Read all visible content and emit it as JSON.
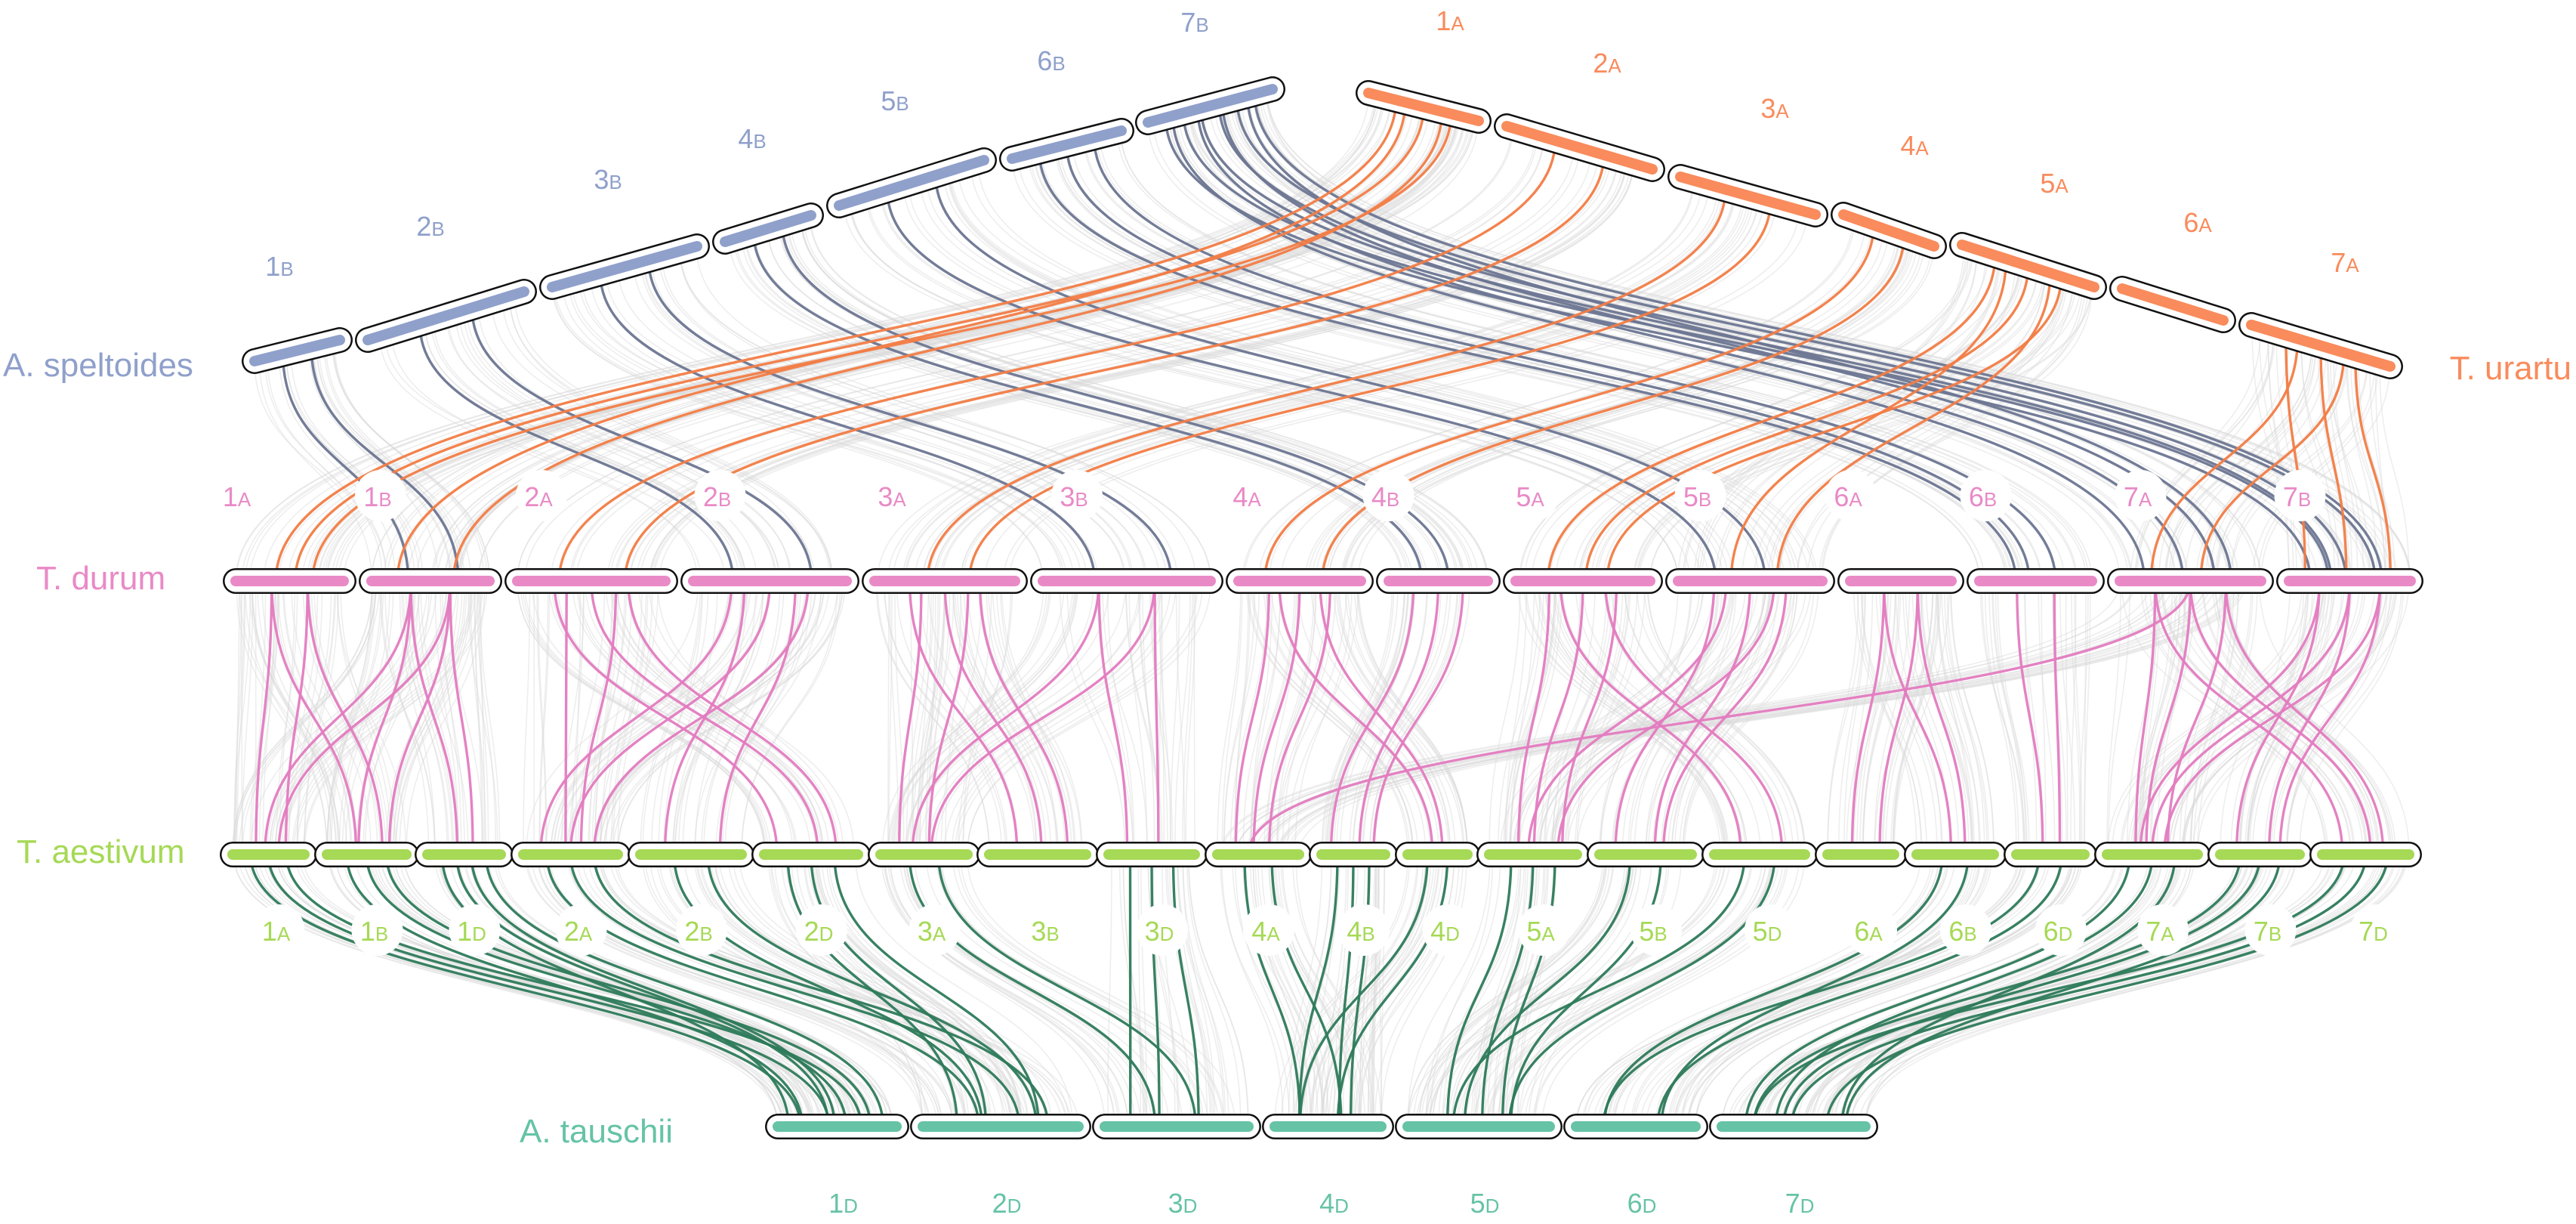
{
  "colors": {
    "speltoides": "#8fa0cb",
    "urartu": "#f98b5c",
    "durum": "#e98ac6",
    "aestivum": "#a6d955",
    "tauschii": "#66c3a6",
    "link_speltoides": "#6c7591",
    "link_urartu": "#f27c45",
    "link_durum": "#e37bc0",
    "link_tauschii": "#2d7a5a",
    "background_links": "#d9d9d9"
  },
  "species": {
    "speltoides": "A. speltoides",
    "urartu": "T. urartu",
    "durum": "T. durum",
    "aestivum": "T. aestivum",
    "tauschii": "A. tauschii"
  },
  "tracks": {
    "speltoides": [
      {
        "id": "s1",
        "num": "1",
        "sub": "B"
      },
      {
        "id": "s2",
        "num": "2",
        "sub": "B"
      },
      {
        "id": "s3",
        "num": "3",
        "sub": "B"
      },
      {
        "id": "s4",
        "num": "4",
        "sub": "B"
      },
      {
        "id": "s5",
        "num": "5",
        "sub": "B"
      },
      {
        "id": "s6",
        "num": "6",
        "sub": "B"
      },
      {
        "id": "s7",
        "num": "7",
        "sub": "B"
      }
    ],
    "urartu": [
      {
        "id": "u1",
        "num": "1",
        "sub": "A"
      },
      {
        "id": "u2",
        "num": "2",
        "sub": "A"
      },
      {
        "id": "u3",
        "num": "3",
        "sub": "A"
      },
      {
        "id": "u4",
        "num": "4",
        "sub": "A"
      },
      {
        "id": "u5",
        "num": "5",
        "sub": "A"
      },
      {
        "id": "u6",
        "num": "6",
        "sub": "A"
      },
      {
        "id": "u7",
        "num": "7",
        "sub": "A"
      }
    ],
    "durum": [
      {
        "id": "d1A",
        "num": "1",
        "sub": "A"
      },
      {
        "id": "d1B",
        "num": "1",
        "sub": "B"
      },
      {
        "id": "d2A",
        "num": "2",
        "sub": "A"
      },
      {
        "id": "d2B",
        "num": "2",
        "sub": "B"
      },
      {
        "id": "d3A",
        "num": "3",
        "sub": "A"
      },
      {
        "id": "d3B",
        "num": "3",
        "sub": "B"
      },
      {
        "id": "d4A",
        "num": "4",
        "sub": "A"
      },
      {
        "id": "d4B",
        "num": "4",
        "sub": "B"
      },
      {
        "id": "d5A",
        "num": "5",
        "sub": "A"
      },
      {
        "id": "d5B",
        "num": "5",
        "sub": "B"
      },
      {
        "id": "d6A",
        "num": "6",
        "sub": "A"
      },
      {
        "id": "d6B",
        "num": "6",
        "sub": "B"
      },
      {
        "id": "d7A",
        "num": "7",
        "sub": "A"
      },
      {
        "id": "d7B",
        "num": "7",
        "sub": "B"
      }
    ],
    "aestivum": [
      {
        "id": "a1A",
        "num": "1",
        "sub": "A"
      },
      {
        "id": "a1B",
        "num": "1",
        "sub": "B"
      },
      {
        "id": "a1D",
        "num": "1",
        "sub": "D"
      },
      {
        "id": "a2A",
        "num": "2",
        "sub": "A"
      },
      {
        "id": "a2B",
        "num": "2",
        "sub": "B"
      },
      {
        "id": "a2D",
        "num": "2",
        "sub": "D"
      },
      {
        "id": "a3A",
        "num": "3",
        "sub": "A"
      },
      {
        "id": "a3B",
        "num": "3",
        "sub": "B"
      },
      {
        "id": "a3D",
        "num": "3",
        "sub": "D"
      },
      {
        "id": "a4A",
        "num": "4",
        "sub": "A"
      },
      {
        "id": "a4B",
        "num": "4",
        "sub": "B"
      },
      {
        "id": "a4D",
        "num": "4",
        "sub": "D"
      },
      {
        "id": "a5A",
        "num": "5",
        "sub": "A"
      },
      {
        "id": "a5B",
        "num": "5",
        "sub": "B"
      },
      {
        "id": "a5D",
        "num": "5",
        "sub": "D"
      },
      {
        "id": "a6A",
        "num": "6",
        "sub": "A"
      },
      {
        "id": "a6B",
        "num": "6",
        "sub": "B"
      },
      {
        "id": "a6D",
        "num": "6",
        "sub": "D"
      },
      {
        "id": "a7A",
        "num": "7",
        "sub": "A"
      },
      {
        "id": "a7B",
        "num": "7",
        "sub": "B"
      },
      {
        "id": "a7D",
        "num": "7",
        "sub": "D"
      }
    ],
    "tauschii": [
      {
        "id": "t1",
        "num": "1",
        "sub": "D"
      },
      {
        "id": "t2",
        "num": "2",
        "sub": "D"
      },
      {
        "id": "t3",
        "num": "3",
        "sub": "D"
      },
      {
        "id": "t4",
        "num": "4",
        "sub": "D"
      },
      {
        "id": "t5",
        "num": "5",
        "sub": "D"
      },
      {
        "id": "t6",
        "num": "6",
        "sub": "D"
      },
      {
        "id": "t7",
        "num": "7",
        "sub": "D"
      }
    ]
  },
  "links": [
    {
      "from": "s1",
      "to": "d1B",
      "color": "speltoides",
      "count": 2
    },
    {
      "from": "s2",
      "to": "d2B",
      "color": "speltoides",
      "count": 2
    },
    {
      "from": "s3",
      "to": "d3B",
      "color": "speltoides",
      "count": 2
    },
    {
      "from": "s4",
      "to": "d4B",
      "color": "speltoides",
      "count": 2
    },
    {
      "from": "s5",
      "to": "d5B",
      "color": "speltoides",
      "count": 2
    },
    {
      "from": "s6",
      "to": "d6B",
      "color": "speltoides",
      "count": 3
    },
    {
      "from": "s7",
      "to": "d7B",
      "color": "speltoides",
      "count": 6
    },
    {
      "from": "s7",
      "to": "d7A",
      "color": "speltoides",
      "count": 4
    },
    {
      "from": "u1",
      "to": "d1A",
      "color": "urartu",
      "count": 3
    },
    {
      "from": "u1",
      "to": "d1B",
      "color": "urartu",
      "count": 2
    },
    {
      "from": "u2",
      "to": "d2A",
      "color": "urartu",
      "count": 2
    },
    {
      "from": "u3",
      "to": "d3A",
      "color": "urartu",
      "count": 2
    },
    {
      "from": "u4",
      "to": "d4A",
      "color": "urartu",
      "count": 2
    },
    {
      "from": "u5",
      "to": "d5A",
      "color": "urartu",
      "count": 3
    },
    {
      "from": "u5",
      "to": "d5B",
      "color": "urartu",
      "count": 2
    },
    {
      "from": "u7",
      "to": "d7A",
      "color": "urartu",
      "count": 2
    },
    {
      "from": "u7",
      "to": "d7B",
      "color": "urartu",
      "count": 3
    },
    {
      "from": "d1A",
      "to": "a1A",
      "color": "durum",
      "count": 2
    },
    {
      "from": "d1A",
      "to": "a1B",
      "color": "durum",
      "count": 2
    },
    {
      "from": "d1B",
      "to": "a1B",
      "color": "durum",
      "count": 2
    },
    {
      "from": "d1B",
      "to": "a1A",
      "color": "durum",
      "count": 2
    },
    {
      "from": "d1B",
      "to": "a1D",
      "color": "durum",
      "count": 2
    },
    {
      "from": "d2A",
      "to": "a2A",
      "color": "durum",
      "count": 2
    },
    {
      "from": "d2A",
      "to": "a2D",
      "color": "durum",
      "count": 3
    },
    {
      "from": "d2B",
      "to": "a2B",
      "color": "durum",
      "count": 2
    },
    {
      "from": "d2B",
      "to": "a2A",
      "color": "durum",
      "count": 3
    },
    {
      "from": "d3A",
      "to": "a3A",
      "color": "durum",
      "count": 2
    },
    {
      "from": "d3A",
      "to": "a3B",
      "color": "durum",
      "count": 3
    },
    {
      "from": "d3B",
      "to": "a3D",
      "color": "durum",
      "count": 2
    },
    {
      "from": "d3B",
      "to": "a3A",
      "color": "durum",
      "count": 2
    },
    {
      "from": "d4A",
      "to": "a4A",
      "color": "durum",
      "count": 3
    },
    {
      "from": "d4A",
      "to": "a4D",
      "color": "durum",
      "count": 2
    },
    {
      "from": "d4B",
      "to": "a4B",
      "color": "durum",
      "count": 3
    },
    {
      "from": "d5A",
      "to": "a5A",
      "color": "durum",
      "count": 3
    },
    {
      "from": "d5A",
      "to": "a5D",
      "color": "durum",
      "count": 2
    },
    {
      "from": "d5B",
      "to": "a5B",
      "color": "durum",
      "count": 3
    },
    {
      "from": "d5B",
      "to": "a5A",
      "color": "durum",
      "count": 2
    },
    {
      "from": "d6A",
      "to": "a6A",
      "color": "durum",
      "count": 2
    },
    {
      "from": "d6A",
      "to": "a6B",
      "color": "durum",
      "count": 2
    },
    {
      "from": "d6B",
      "to": "a6D",
      "color": "durum",
      "count": 2
    },
    {
      "from": "d7A",
      "to": "a4A",
      "color": "durum",
      "count": 1
    },
    {
      "from": "d7A",
      "to": "a7A",
      "color": "durum",
      "count": 3
    },
    {
      "from": "d7A",
      "to": "a7D",
      "color": "durum",
      "count": 3
    },
    {
      "from": "d7B",
      "to": "a7B",
      "color": "durum",
      "count": 3
    },
    {
      "from": "d7B",
      "to": "a7A",
      "color": "durum",
      "count": 3
    },
    {
      "from": "a1A",
      "to": "t1",
      "color": "tauschii",
      "count": 3
    },
    {
      "from": "a1B",
      "to": "t1",
      "color": "tauschii",
      "count": 3
    },
    {
      "from": "a1D",
      "to": "t1",
      "color": "tauschii",
      "count": 4
    },
    {
      "from": "a2A",
      "to": "t2",
      "color": "tauschii",
      "count": 3
    },
    {
      "from": "a2B",
      "to": "t2",
      "color": "tauschii",
      "count": 2
    },
    {
      "from": "a2D",
      "to": "t2",
      "color": "tauschii",
      "count": 3
    },
    {
      "from": "a3A",
      "to": "t3",
      "color": "tauschii",
      "count": 2
    },
    {
      "from": "a3D",
      "to": "t3",
      "color": "tauschii",
      "count": 3
    },
    {
      "from": "a4A",
      "to": "t4",
      "color": "tauschii",
      "count": 2
    },
    {
      "from": "a4B",
      "to": "t4",
      "color": "tauschii",
      "count": 3
    },
    {
      "from": "a4D",
      "to": "t4",
      "color": "tauschii",
      "count": 2
    },
    {
      "from": "a5A",
      "to": "t5",
      "color": "tauschii",
      "count": 3
    },
    {
      "from": "a5B",
      "to": "t5",
      "color": "tauschii",
      "count": 2
    },
    {
      "from": "a5D",
      "to": "t5",
      "color": "tauschii",
      "count": 2
    },
    {
      "from": "a6B",
      "to": "t6",
      "color": "tauschii",
      "count": 2
    },
    {
      "from": "a6D",
      "to": "t6",
      "color": "tauschii",
      "count": 2
    },
    {
      "from": "a7A",
      "to": "t7",
      "color": "tauschii",
      "count": 3
    },
    {
      "from": "a7B",
      "to": "t7",
      "color": "tauschii",
      "count": 3
    },
    {
      "from": "a7D",
      "to": "t7",
      "color": "tauschii",
      "count": 3
    }
  ]
}
